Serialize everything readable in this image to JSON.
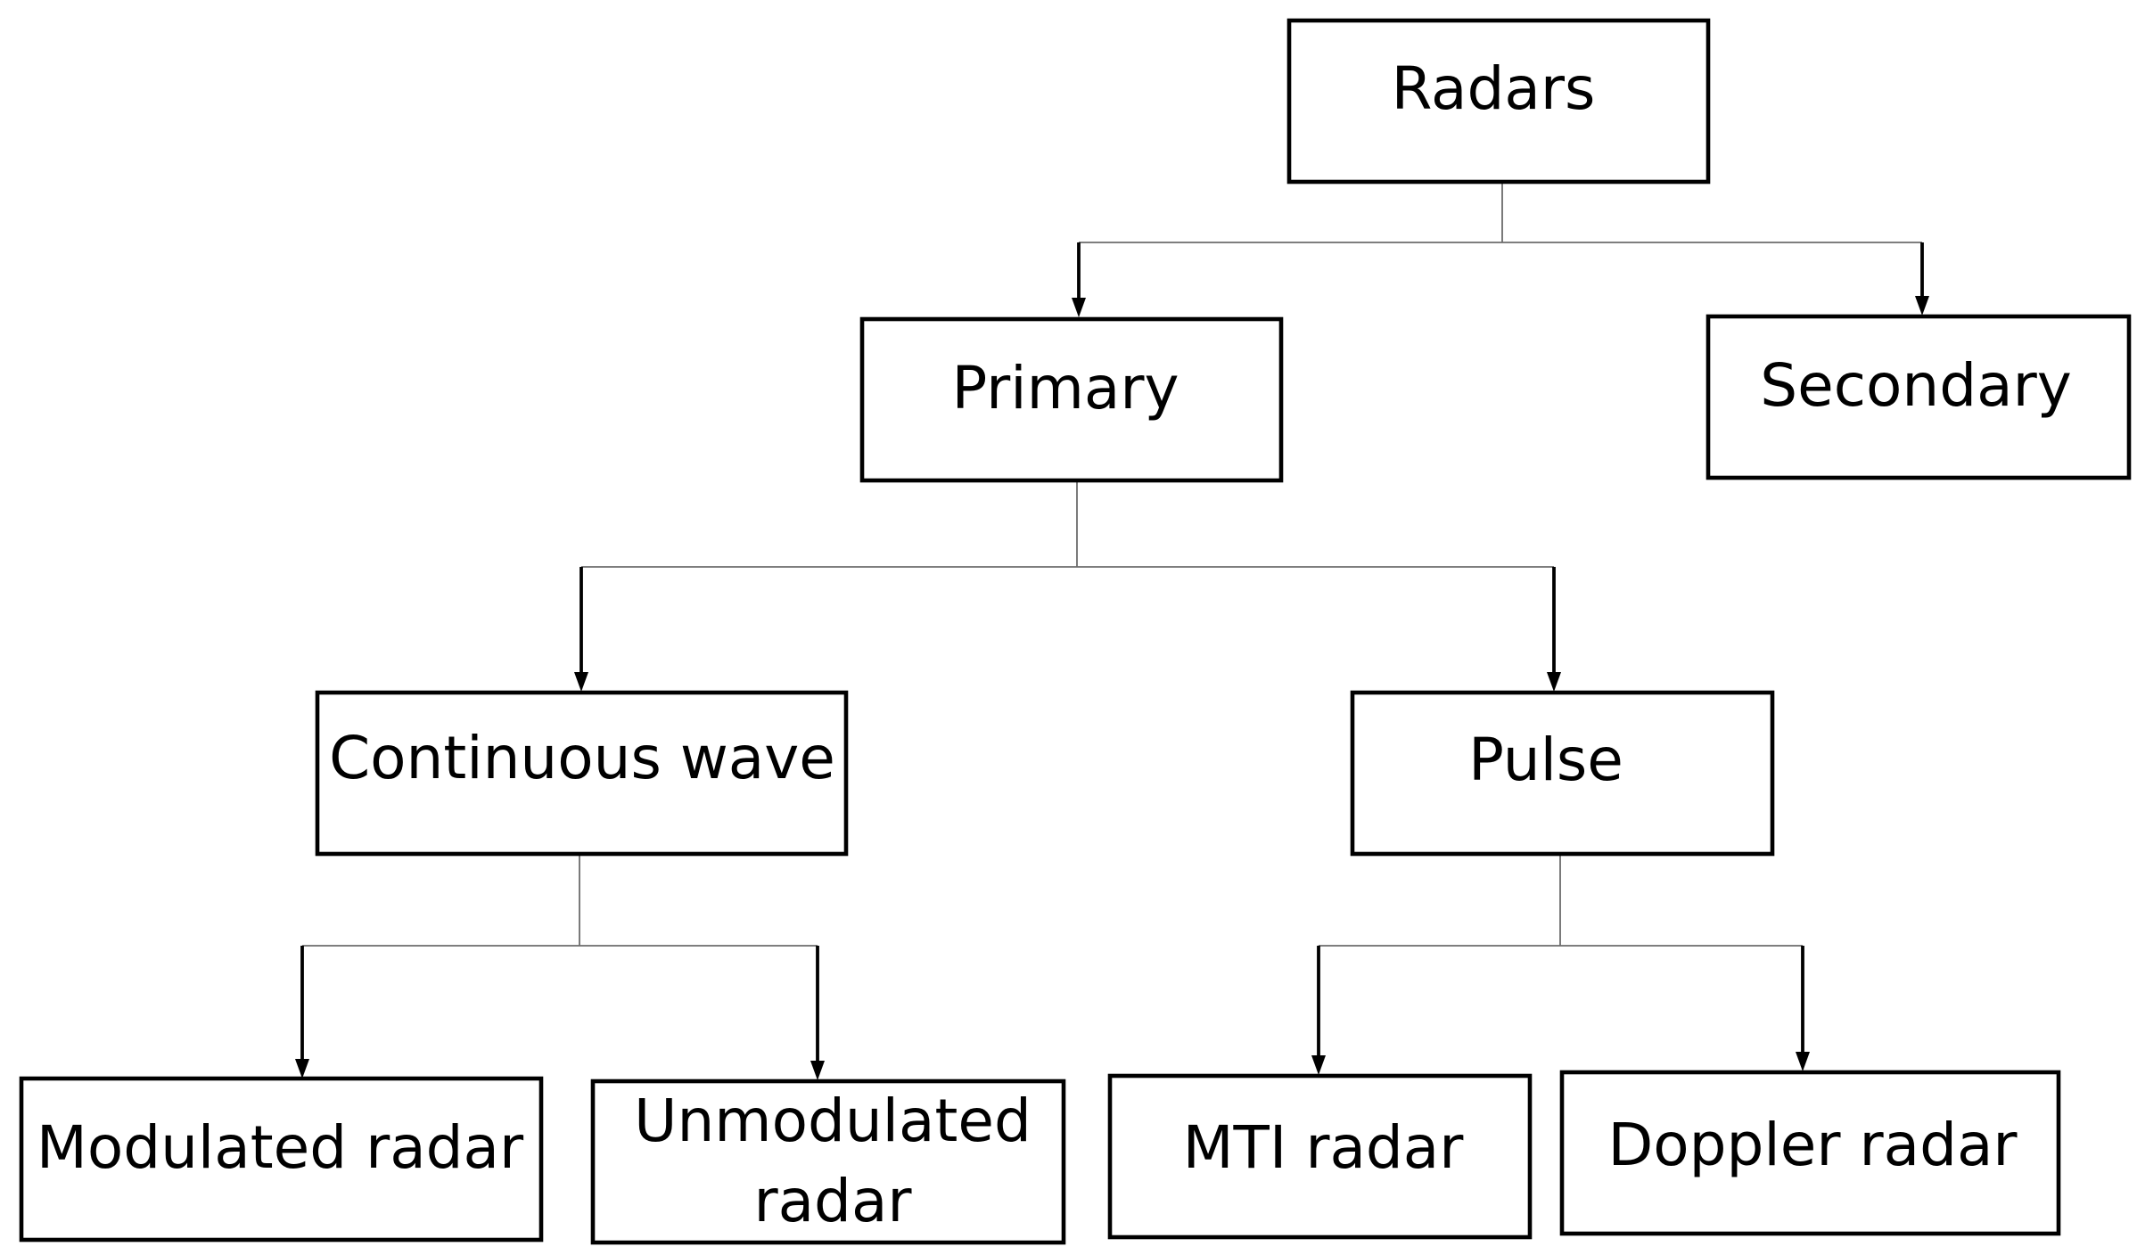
{
  "colors": {
    "box_stroke": "#000000",
    "connector": "#6b6b6b",
    "arrow": "#000000",
    "background": "#ffffff"
  },
  "nodes": {
    "radars": {
      "label": "Radars"
    },
    "primary": {
      "label": "Primary"
    },
    "secondary": {
      "label": "Secondary"
    },
    "continuous_wave": {
      "label": "Continuous wave"
    },
    "pulse": {
      "label": "Pulse"
    },
    "modulated_radar": {
      "label": "Modulated radar"
    },
    "unmodulated_radar": {
      "line1": "Unmodulated",
      "line2": "radar"
    },
    "mti_radar": {
      "label": "MTI radar"
    },
    "doppler_radar": {
      "label": "Doppler radar"
    }
  },
  "edges": [
    {
      "from": "Radars",
      "to": "Primary"
    },
    {
      "from": "Radars",
      "to": "Secondary"
    },
    {
      "from": "Primary",
      "to": "Continuous wave"
    },
    {
      "from": "Primary",
      "to": "Pulse"
    },
    {
      "from": "Continuous wave",
      "to": "Modulated radar"
    },
    {
      "from": "Continuous wave",
      "to": "Unmodulated radar"
    },
    {
      "from": "Pulse",
      "to": "MTI radar"
    },
    {
      "from": "Pulse",
      "to": "Doppler radar"
    }
  ]
}
